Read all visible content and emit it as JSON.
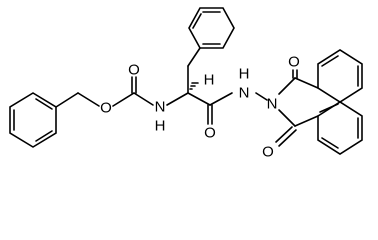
{
  "molecule": {
    "atoms": {
      "o_carbonyl_cbz": "O",
      "o_ester": "O",
      "n_carbamate": "N",
      "h_carbamate": "H",
      "h_alpha": "H",
      "o_amide": "O",
      "n_hydrazide_nh": "N",
      "h_hydrazide": "H",
      "n_imide": "N",
      "o_imide_top": "O",
      "o_imide_bottom": "O"
    },
    "colors": {
      "bond": "#000000",
      "label": "#000000"
    }
  }
}
